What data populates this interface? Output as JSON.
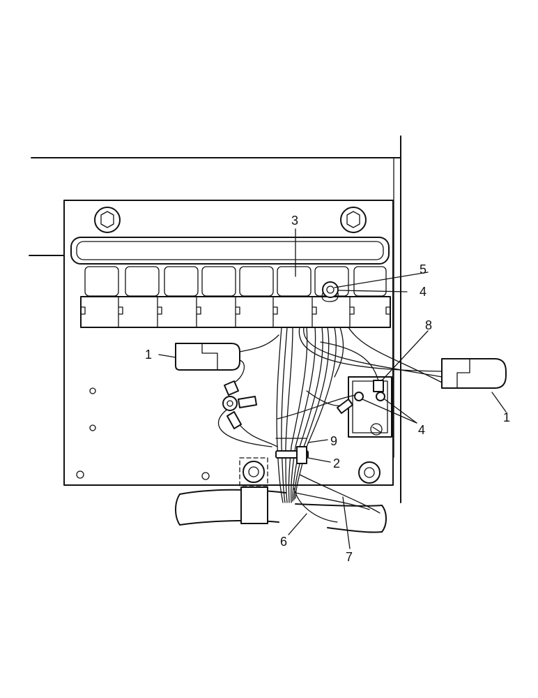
{
  "callouts": [
    {
      "id": "c3",
      "text": "3"
    },
    {
      "id": "c5",
      "text": "5"
    },
    {
      "id": "c4a",
      "text": "4"
    },
    {
      "id": "c8",
      "text": "8"
    },
    {
      "id": "c1a",
      "text": "1"
    },
    {
      "id": "c1b",
      "text": "1"
    },
    {
      "id": "c4b",
      "text": "4"
    },
    {
      "id": "c9",
      "text": "9"
    },
    {
      "id": "c2",
      "text": "2"
    },
    {
      "id": "c6",
      "text": "6"
    },
    {
      "id": "c7",
      "text": "7"
    }
  ]
}
